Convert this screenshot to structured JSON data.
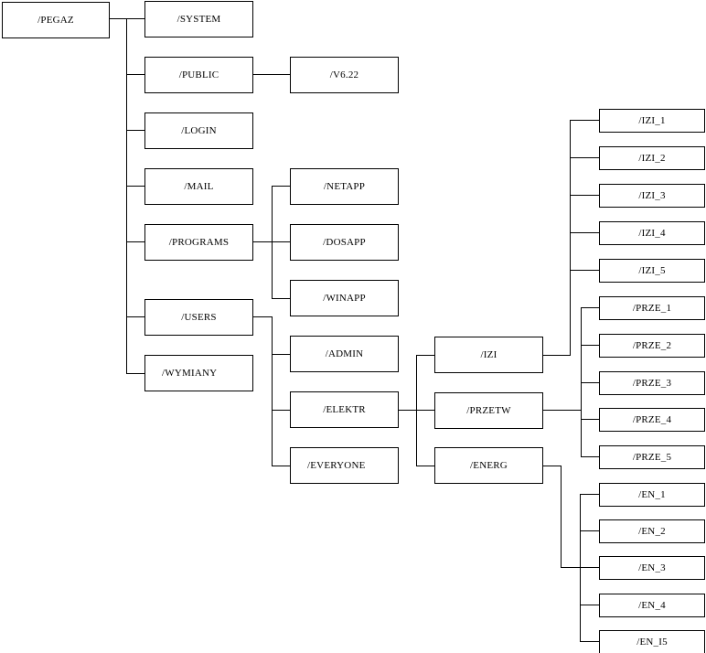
{
  "diagram": {
    "title": "PEGAZ directory tree",
    "type": "tree",
    "line_color": "#000000",
    "box_fill": "#ffffff",
    "box_border": "#000000"
  },
  "nodes": {
    "root": {
      "label": "/PEGAZ"
    },
    "system": {
      "label": "/SYSTEM"
    },
    "public": {
      "label": "/PUBLIC"
    },
    "v622": {
      "label": "/V6.22"
    },
    "login": {
      "label": "/LOGIN"
    },
    "mail": {
      "label": "/MAIL"
    },
    "programs": {
      "label": "/PROGRAMS"
    },
    "users": {
      "label": "/USERS"
    },
    "wymiany": {
      "label": "/WYMIANY"
    },
    "netapp": {
      "label": "/NETAPP"
    },
    "dosapp": {
      "label": "/DOSAPP"
    },
    "winapp": {
      "label": "/WINAPP"
    },
    "admin": {
      "label": "/ADMIN"
    },
    "elektr": {
      "label": "/ELEKTR"
    },
    "everyone": {
      "label": "/EVERYONE"
    },
    "izi": {
      "label": "/IZI"
    },
    "przetw": {
      "label": "/PRZETW"
    },
    "energ": {
      "label": "/ENERG"
    },
    "izi_1": {
      "label": "/IZI_1"
    },
    "izi_2": {
      "label": "/IZI_2"
    },
    "izi_3": {
      "label": "/IZI_3"
    },
    "izi_4": {
      "label": "/IZI_4"
    },
    "izi_5": {
      "label": "/IZI_5"
    },
    "prze_1": {
      "label": "/PRZE_1"
    },
    "prze_2": {
      "label": "/PRZE_2"
    },
    "prze_3": {
      "label": "/PRZE_3"
    },
    "prze_4": {
      "label": "/PRZE_4"
    },
    "prze_5": {
      "label": "/PRZE_5"
    },
    "en_1": {
      "label": "/EN_1"
    },
    "en_2": {
      "label": "/EN_2"
    },
    "en_3": {
      "label": "/EN_3"
    },
    "en_4": {
      "label": "/EN_4"
    },
    "en_5": {
      "label": "/EN_I5"
    }
  }
}
